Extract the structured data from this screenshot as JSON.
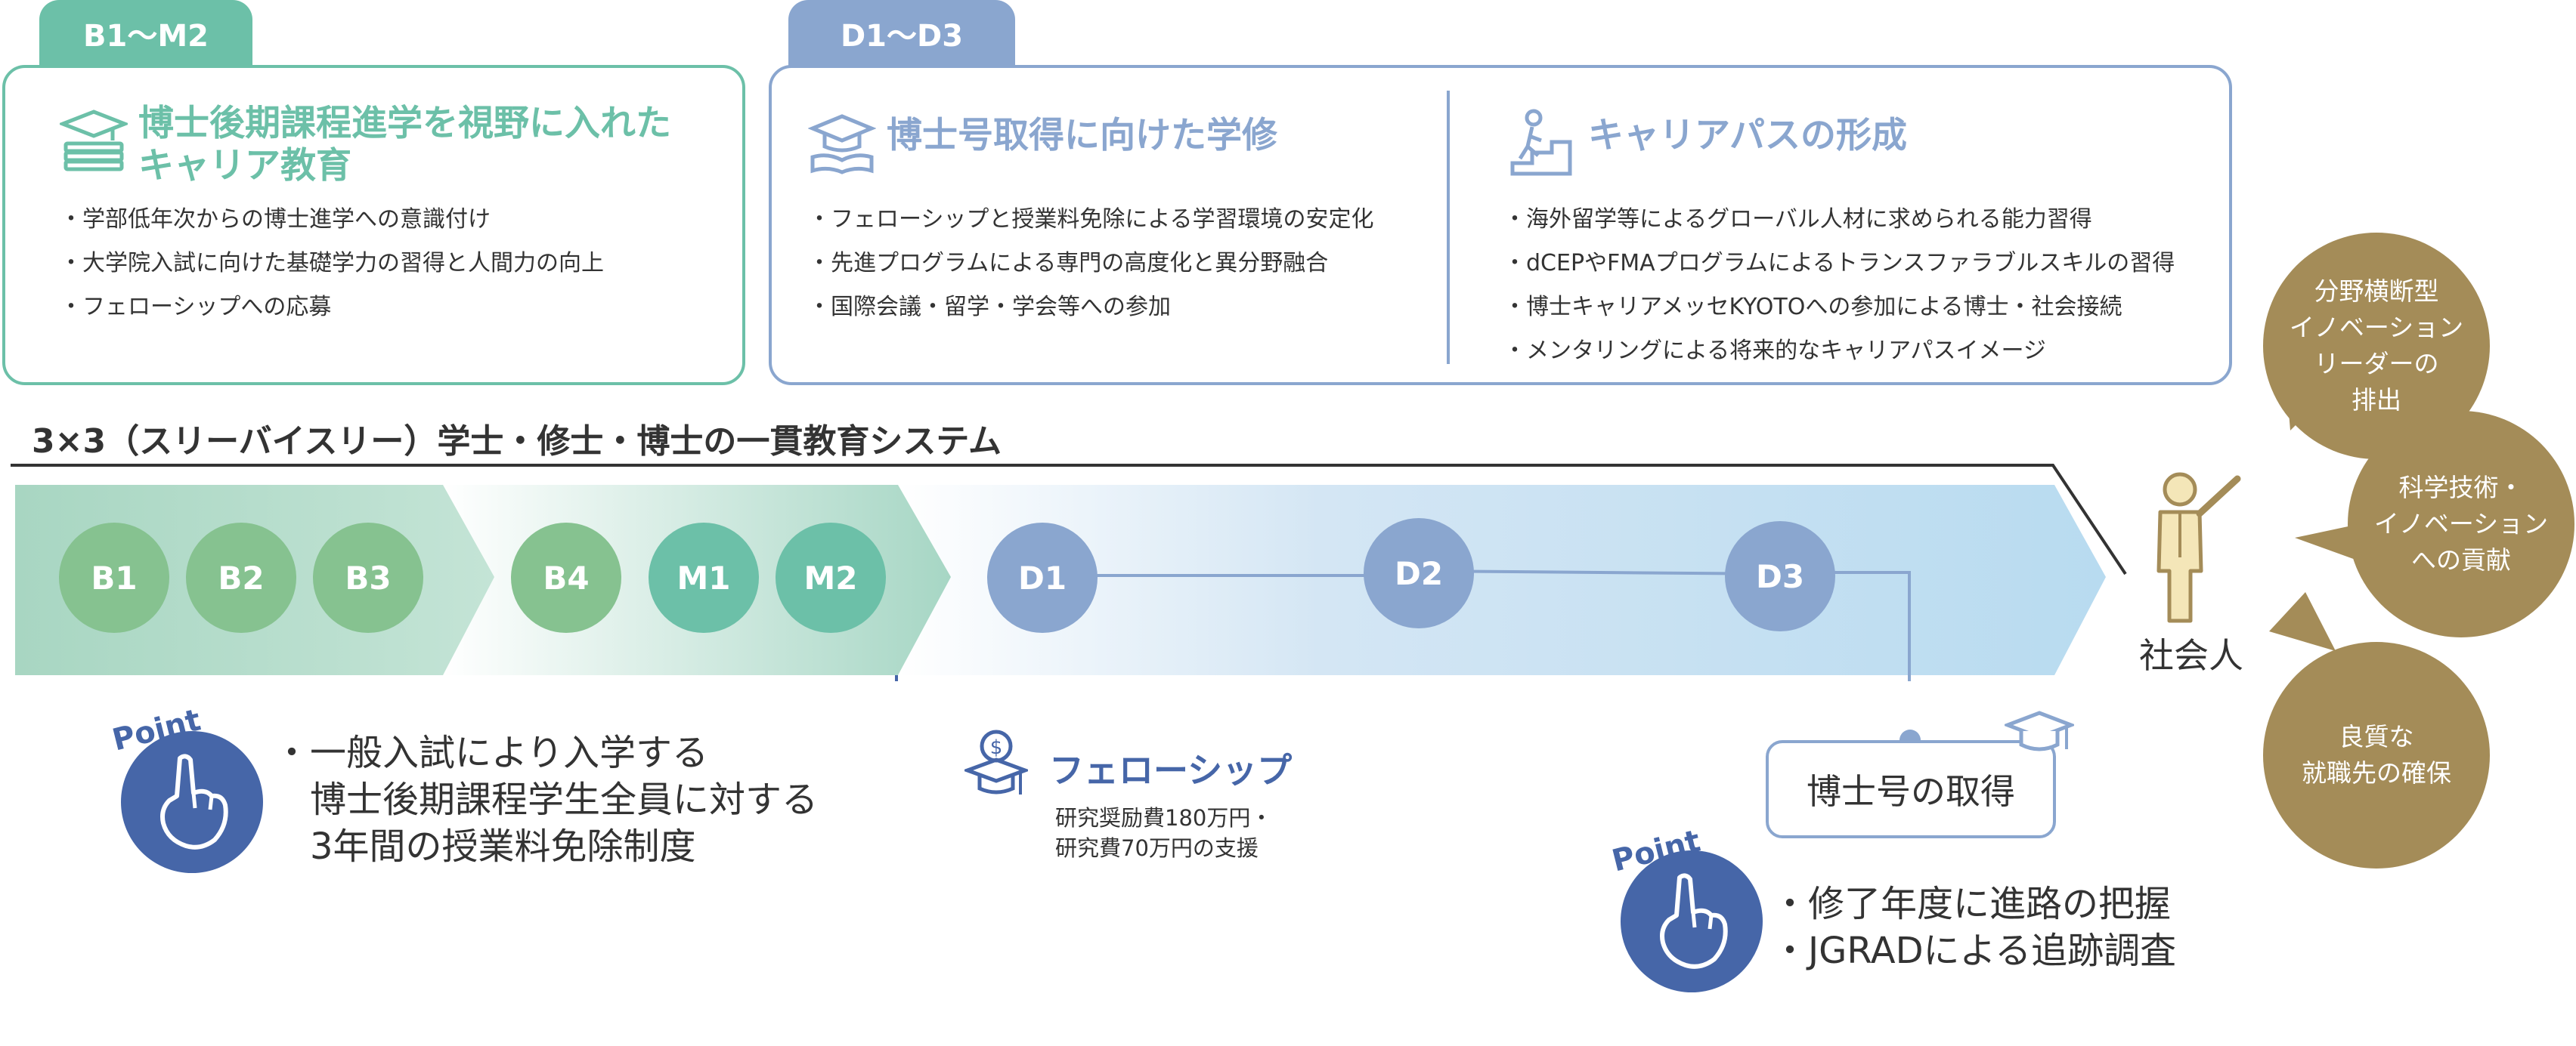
{
  "colors": {
    "green_accent": "#6cc0a8",
    "blue_accent": "#8aa6cf",
    "dark_blue": "#4666a8",
    "gold": "#a48c58"
  },
  "box_undergrad": {
    "tab": "B1〜M2",
    "title": "博士後期課程進学を視野に入れた\nキャリア教育",
    "icon": "books-graduation-cap-icon",
    "items": [
      "学部低年次からの博士進学への意識付け",
      "大学院入試に向けた基礎学力の習得と人間力の向上",
      "フェローシップへの応募"
    ]
  },
  "box_doctoral": {
    "tab": "D1〜D3",
    "left": {
      "title": "博士号取得に向けた学修",
      "icon": "graduation-cap-book-icon",
      "items": [
        "フェローシップと授業料免除による学習環境の安定化",
        "先進プログラムによる専門の高度化と異分野融合",
        "国際会議・留学・学会等への参加"
      ]
    },
    "right": {
      "title": "キャリアパスの形成",
      "icon": "person-climbing-stairs-icon",
      "items": [
        "海外留学等によるグローバル人材に求められる能力習得",
        "dCEPやFMAプログラムによるトランスファラブルスキルの習得",
        "博士キャリアメッセKYOTOへの参加による博士・社会接続",
        "メンタリングによる将来的なキャリアパスイメージ"
      ]
    }
  },
  "system_title": "3×3（スリーバイスリー）学士・修士・博士の一貫教育システム",
  "stages": {
    "b1": "B1",
    "b2": "B2",
    "b3": "B3",
    "b4": "B4",
    "m1": "M1",
    "m2": "M2",
    "d1": "D1",
    "d2": "D2",
    "d3": "D3"
  },
  "point_label": "Point",
  "point1": {
    "lines": [
      "・一般入試により入学する",
      "　博士後期課程学生全員に対する",
      "　3年間の授業料免除制度"
    ]
  },
  "fellowship": {
    "icon": "coin-graduation-cap-icon",
    "title": "フェローシップ",
    "lines": [
      "研究奨励費180万円・",
      "研究費70万円の支援"
    ]
  },
  "degree": {
    "label": "博士号の取得",
    "icon": "graduation-cap-icon"
  },
  "point2": {
    "lines": [
      "・修了年度に進路の把握",
      "・JGRADによる追跡調査"
    ]
  },
  "society": {
    "label": "社会人",
    "icon": "presenting-person-icon"
  },
  "outcomes": [
    "分野横断型\nイノベーション\nリーダーの\n排出",
    "科学技術・\nイノベーション\nへの貢献",
    "良質な\n就職先の確保"
  ]
}
